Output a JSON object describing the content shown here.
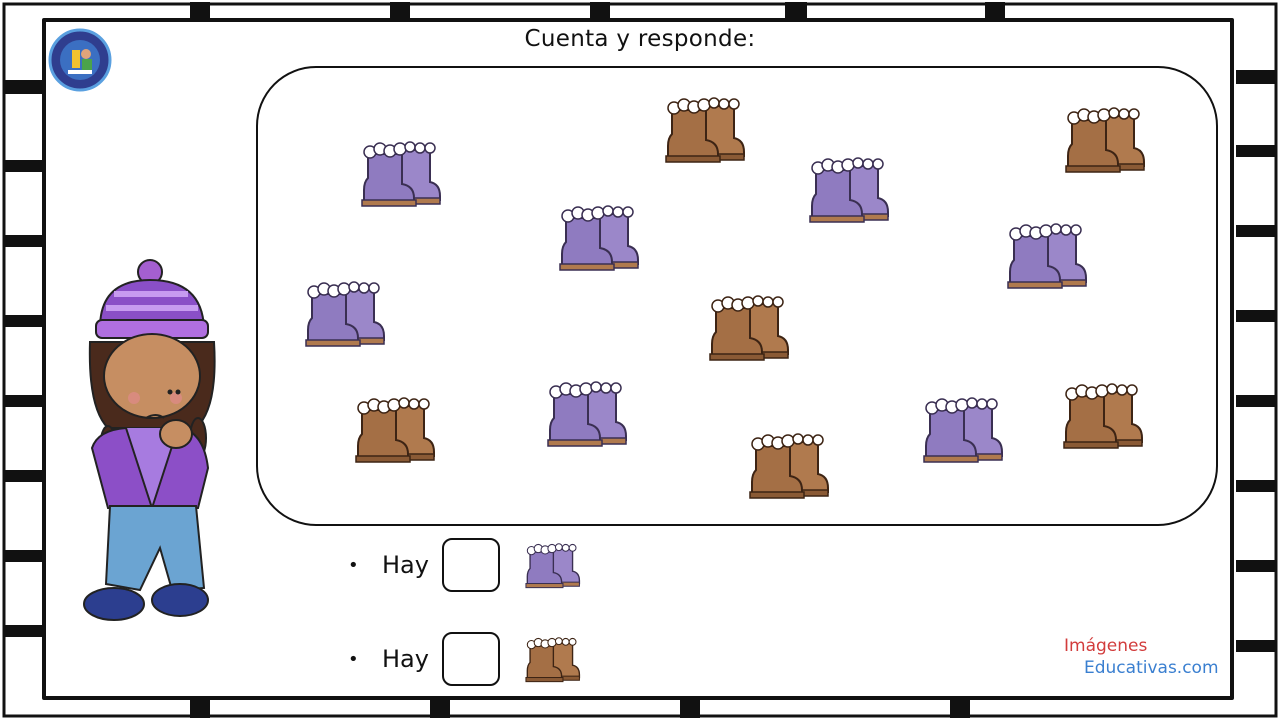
{
  "worksheet": {
    "title": "Cuenta y responde:"
  },
  "questions": [
    {
      "bullet": "•",
      "label": "Hay",
      "icon": "purple-boot-icon"
    },
    {
      "bullet": "•",
      "label": "Hay",
      "icon": "brown-boot-icon"
    }
  ],
  "brand": {
    "line1": "Imágenes",
    "line2": "Educativas.com"
  },
  "colors": {
    "purple_boot": "#9b87c9",
    "brown_boot": "#b07a4e",
    "hat": "#a45fd0",
    "jacket": "#8c4fc7",
    "jeans": "#6ba4d2"
  },
  "boots": [
    {
      "color": "purple"
    },
    {
      "color": "brown"
    },
    {
      "color": "purple"
    },
    {
      "color": "brown"
    },
    {
      "color": "purple"
    },
    {
      "color": "purple"
    },
    {
      "color": "purple"
    },
    {
      "color": "brown"
    },
    {
      "color": "brown"
    },
    {
      "color": "purple"
    },
    {
      "color": "brown"
    },
    {
      "color": "purple"
    },
    {
      "color": "brown"
    }
  ]
}
